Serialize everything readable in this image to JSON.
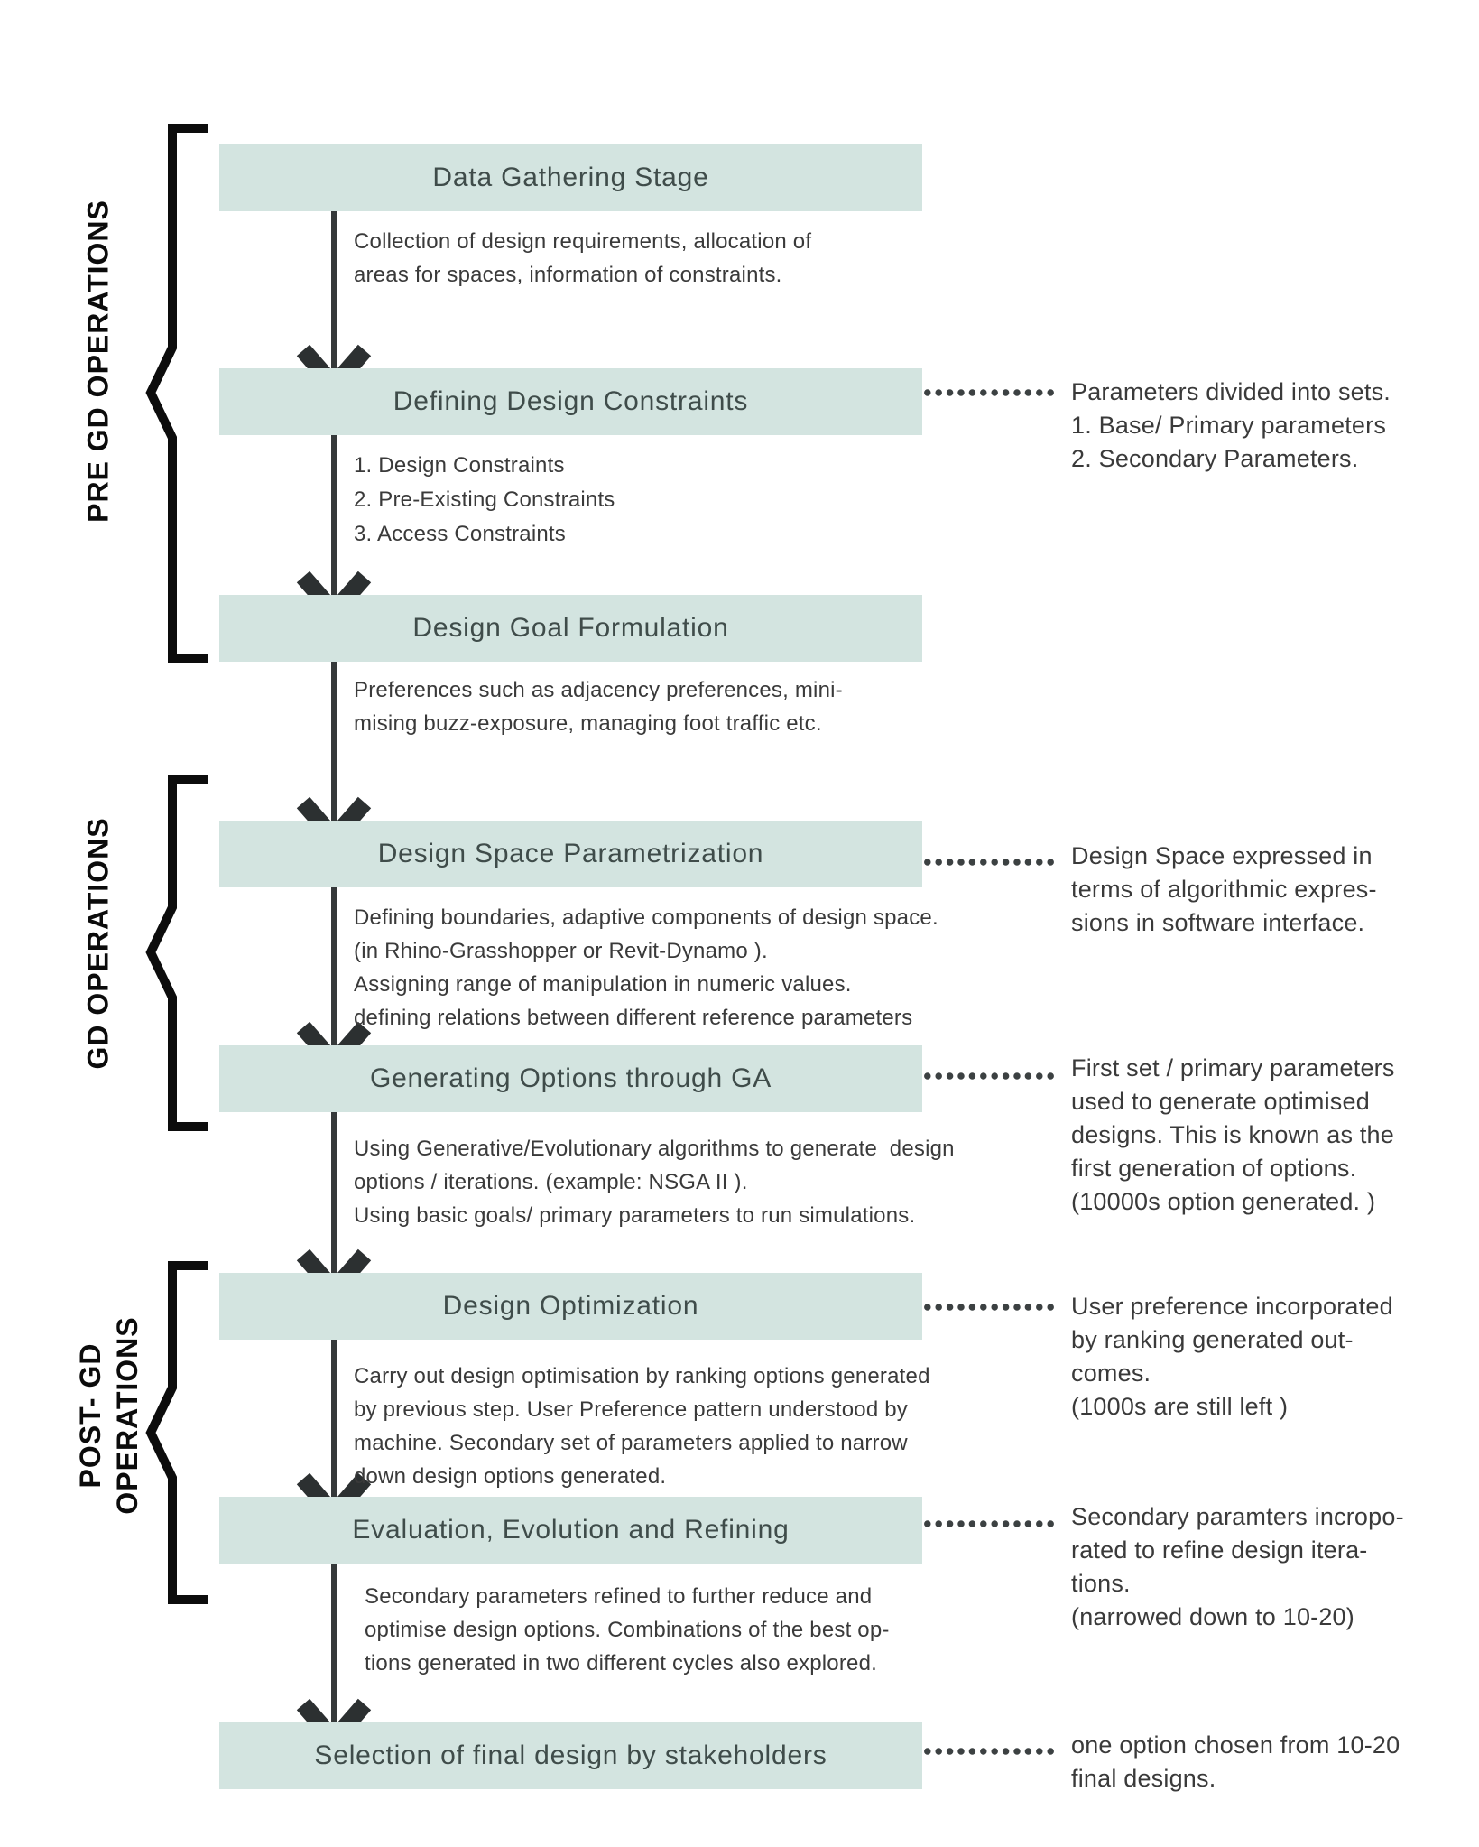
{
  "side_labels": [
    {
      "text": "PRE GD OPERATIONS"
    },
    {
      "text": "GD OPERATIONS"
    },
    {
      "text": "POST- GD\nOPERATIONS"
    }
  ],
  "stages": [
    {
      "title": "Data Gathering Stage",
      "description": "Collection of design requirements, allocation of\nareas for spaces, information of constraints."
    },
    {
      "title": "Defining Design Constraints",
      "description": "1. Design Constraints\n2. Pre-Existing Constraints\n3. Access Constraints"
    },
    {
      "title": "Design Goal Formulation",
      "description": "Preferences such as adjacency preferences, mini-\nmising buzz-exposure, managing foot traffic etc."
    },
    {
      "title": "Design Space Parametrization",
      "description": "Defining boundaries, adaptive components of design space.\n(in Rhino-Grasshopper or Revit-Dynamo ).\nAssigning range of manipulation in numeric values.\ndefining relations between different reference parameters"
    },
    {
      "title": "Generating Options through GA",
      "description": "Using Generative/Evolutionary algorithms to generate  design\noptions / iterations. (example: NSGA II ).\nUsing basic goals/ primary parameters to run simulations."
    },
    {
      "title": "Design Optimization",
      "description": "Carry out design optimisation by ranking options generated\nby previous step. User Preference pattern understood by\nmachine. Secondary set of parameters applied to narrow\ndown design options generated."
    },
    {
      "title": "Evaluation, Evolution and Refining",
      "description": "Secondary parameters refined to further reduce and\noptimise design options. Combinations of the best op-\ntions generated in two different cycles also explored."
    },
    {
      "title": "Selection of final design by stakeholders",
      "description": ""
    }
  ],
  "annotations": [
    {
      "text": "Parameters divided into sets.\n1. Base/ Primary parameters\n2. Secondary Parameters."
    },
    {
      "text": "Design Space expressed in\nterms of algorithmic expres-\nsions in software interface."
    },
    {
      "text": "First set / primary parameters\nused to generate optimised\ndesigns. This is known as the\nfirst generation of options.\n(10000s option generated. )"
    },
    {
      "text": "User preference incorporated\nby ranking generated out-\ncomes.\n(1000s are still left )"
    },
    {
      "text": "Secondary paramters incropo-\nrated to refine design itera-\ntions.\n(narrowed down to 10-20)"
    },
    {
      "text": "one option chosen from 10-20\nfinal designs."
    }
  ],
  "colors": {
    "box_fill": "#d3e4e0",
    "box_title_text": "#3f4c4a",
    "body_text": "#3a3a3a",
    "arrow": "#2c3031",
    "dotted_line": "#3c4142",
    "bracket": "#0c0c0c"
  }
}
